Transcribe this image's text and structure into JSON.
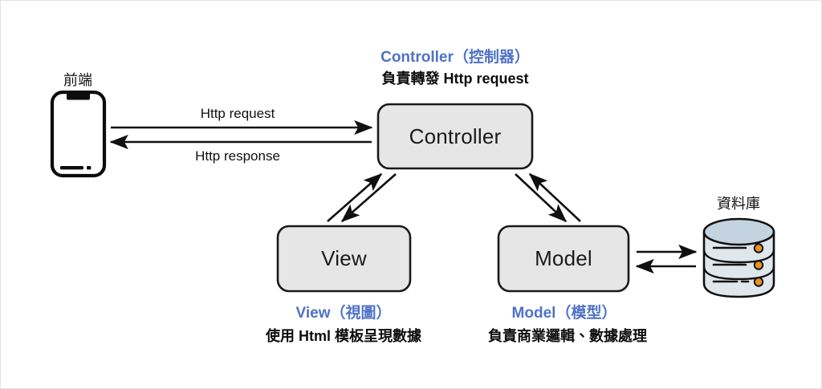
{
  "diagram": {
    "title_group_controller": {
      "heading": "Controller（控制器）",
      "subheading": "負責轉發 Http request"
    },
    "title_group_view": {
      "heading": "View（視圖）",
      "subheading": "使用 Html 模板呈現數據"
    },
    "title_group_model": {
      "heading": "Model（模型）",
      "subheading": "負責商業邏輯、數據處理"
    },
    "nodes": {
      "frontend_label": "前端",
      "controller": "Controller",
      "view": "View",
      "model": "Model",
      "database_label": "資料庫"
    },
    "edges": {
      "http_request": "Http request",
      "http_response": "Http response"
    },
    "colors": {
      "accent_blue": "#4f72c8",
      "box_fill": "#e6e6e6",
      "box_stroke": "#1a1a1a",
      "db_body": "#dfe6ec",
      "db_top": "#c3d3e0",
      "db_dot": "#e8931f",
      "text": "#111111",
      "canvas_border": "#e3e3e3"
    }
  }
}
